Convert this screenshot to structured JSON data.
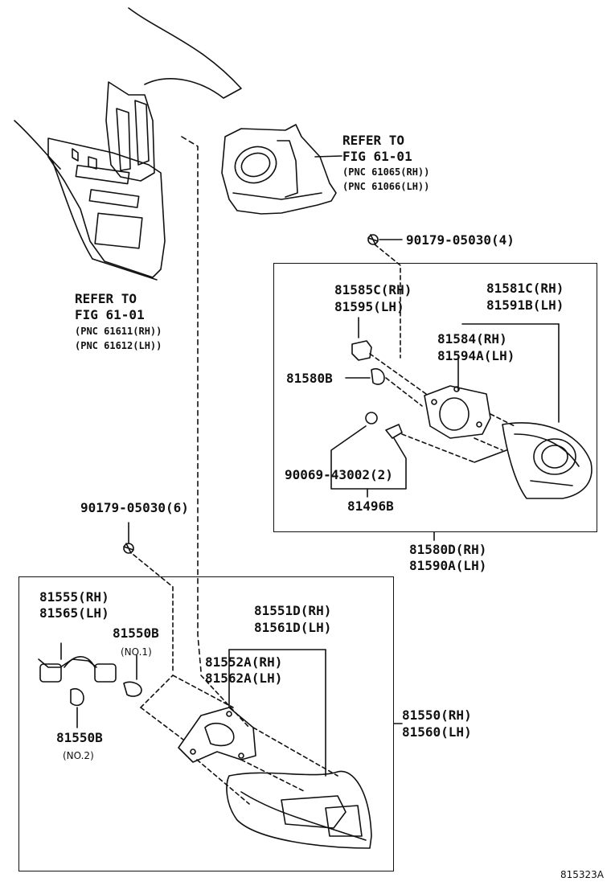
{
  "refer_left": {
    "line1": "REFER TO",
    "line2": "FIG 61-01",
    "line3": "(PNC 61611(RH))",
    "line4": "(PNC 61612(LH))"
  },
  "refer_right": {
    "line1": "REFER TO",
    "line2": "FIG 61-01",
    "line3": "(PNC 61065(RH))",
    "line4": "(PNC 61066(LH))"
  },
  "upper_box": {
    "screw_top": "90179-05030(4)",
    "socket_rh": "81585C(RH)",
    "socket_lh": "81595(LH)",
    "bulb": "81580B",
    "lens_rh": "81581C(RH)",
    "lens_lh": "81591B(LH)",
    "gasket_rh": "81584(RH)",
    "gasket_lh": "81594A(LH)",
    "nut": "90069-43002(2)",
    "stud": "81496B",
    "assy_rh": "81580D(RH)",
    "assy_lh": "81590A(LH)"
  },
  "lower_box": {
    "screw": "90179-05030(6)",
    "socket_rh": "81555(RH)",
    "socket_lh": "81565(LH)",
    "bulb1": "81550B",
    "bulb1_note": "(NO.1)",
    "bulb2": "81550B",
    "bulb2_note": "(NO.2)",
    "lens_rh": "81551D(RH)",
    "lens_lh": "81561D(LH)",
    "gasket_rh": "81552A(RH)",
    "gasket_lh": "81562A(LH)",
    "assy_rh": "81550(RH)",
    "assy_lh": "81560(LH)"
  },
  "figure_code": "815323A"
}
